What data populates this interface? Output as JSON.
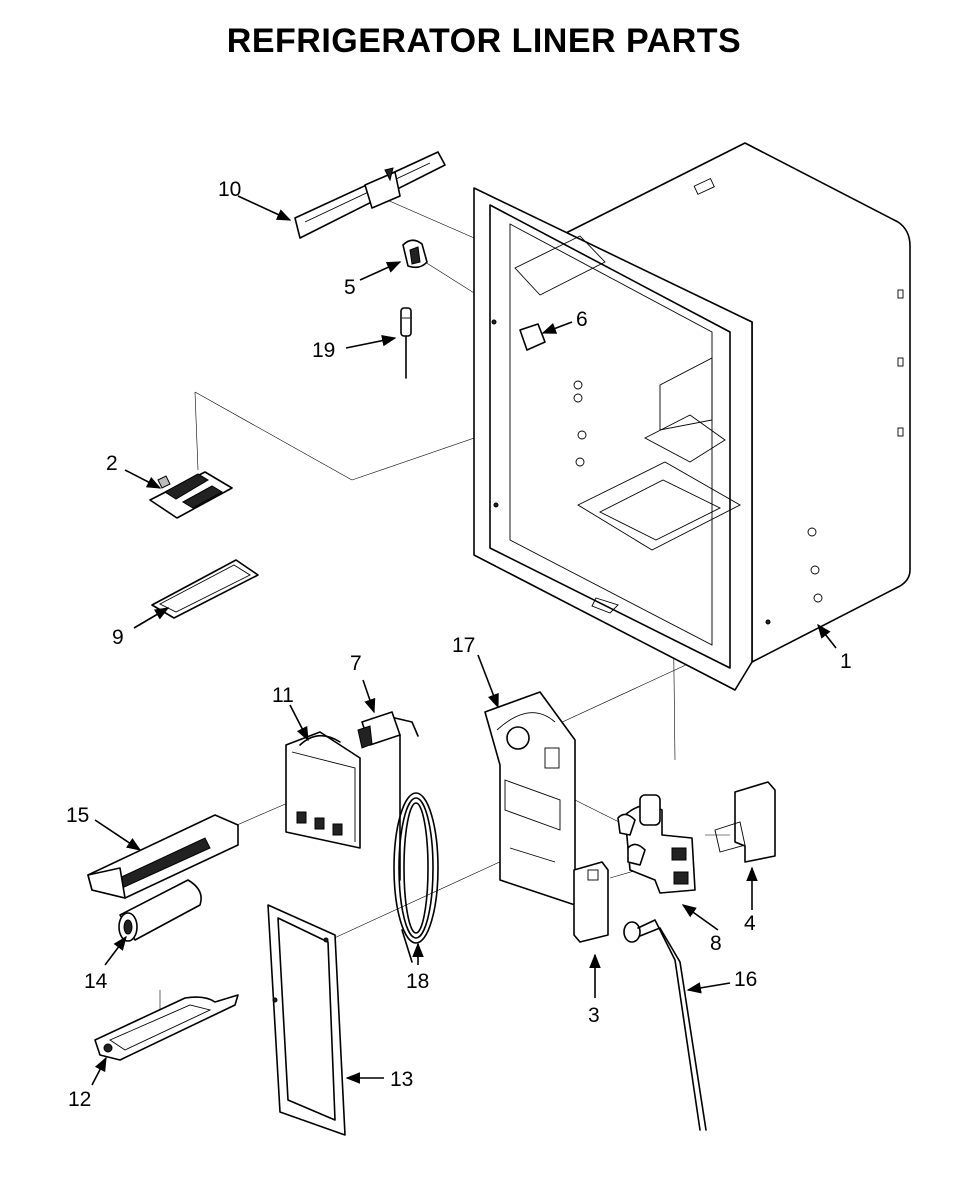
{
  "title": "REFRIGERATOR LINER PARTS",
  "callouts": [
    {
      "id": "1",
      "label": "1"
    },
    {
      "id": "2",
      "label": "2"
    },
    {
      "id": "3",
      "label": "3"
    },
    {
      "id": "4",
      "label": "4"
    },
    {
      "id": "5",
      "label": "5"
    },
    {
      "id": "6",
      "label": "6"
    },
    {
      "id": "7",
      "label": "7"
    },
    {
      "id": "8",
      "label": "8"
    },
    {
      "id": "9",
      "label": "9"
    },
    {
      "id": "10",
      "label": "10"
    },
    {
      "id": "11",
      "label": "11"
    },
    {
      "id": "12",
      "label": "12"
    },
    {
      "id": "13",
      "label": "13"
    },
    {
      "id": "14",
      "label": "14"
    },
    {
      "id": "15",
      "label": "15"
    },
    {
      "id": "16",
      "label": "16"
    },
    {
      "id": "17",
      "label": "17"
    },
    {
      "id": "18",
      "label": "18"
    },
    {
      "id": "19",
      "label": "19"
    }
  ]
}
